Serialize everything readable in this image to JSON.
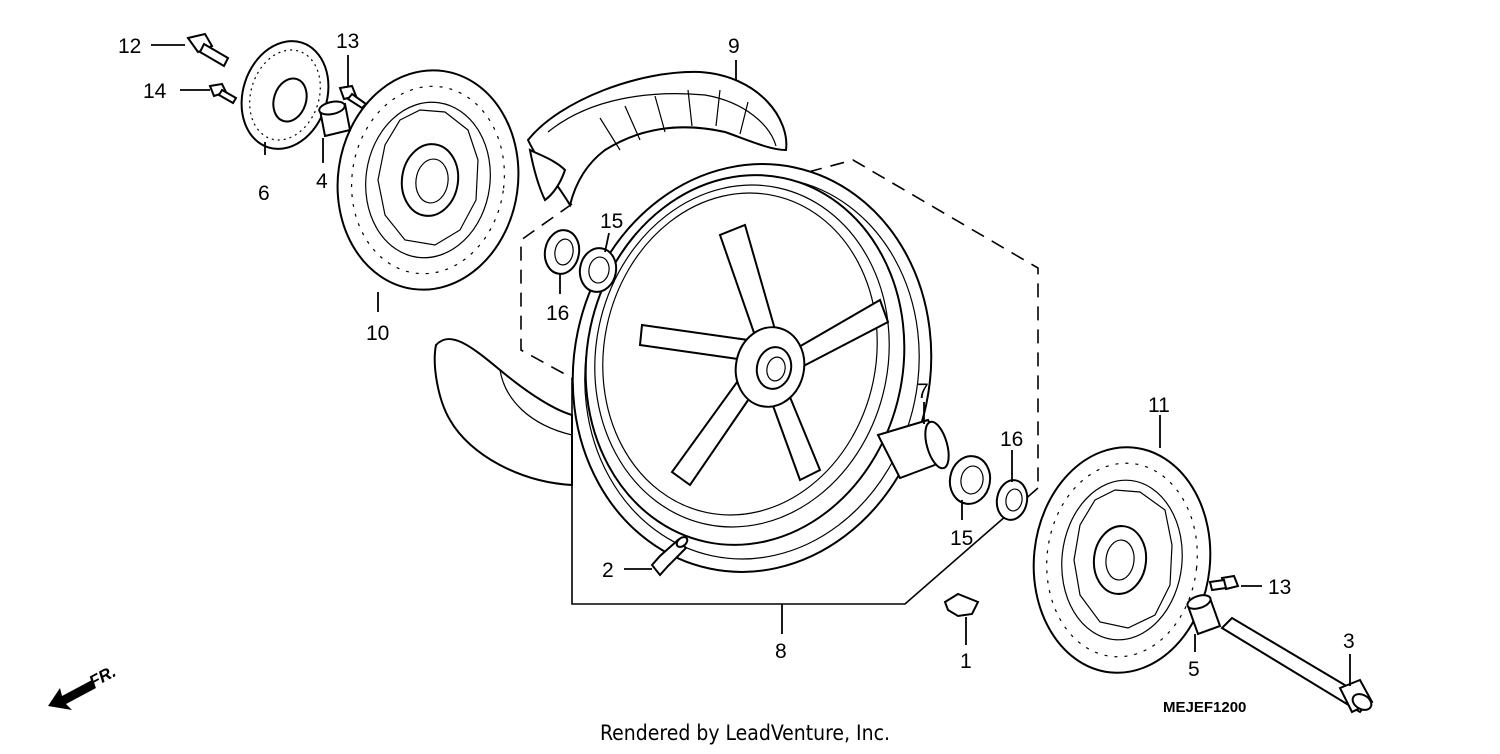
{
  "diagram": {
    "drawing_code": "MEJEF1200",
    "direction_label": "FR.",
    "credit": "Rendered by LeadVenture, Inc.",
    "callouts": [
      {
        "id": "c12",
        "text": "12"
      },
      {
        "id": "c13a",
        "text": "13"
      },
      {
        "id": "c14",
        "text": "14"
      },
      {
        "id": "c6",
        "text": "6"
      },
      {
        "id": "c4",
        "text": "4"
      },
      {
        "id": "c10",
        "text": "10"
      },
      {
        "id": "c9",
        "text": "9"
      },
      {
        "id": "c15a",
        "text": "15"
      },
      {
        "id": "c16a",
        "text": "16"
      },
      {
        "id": "c7",
        "text": "7"
      },
      {
        "id": "c16b",
        "text": "16"
      },
      {
        "id": "c15b",
        "text": "15"
      },
      {
        "id": "c11",
        "text": "11"
      },
      {
        "id": "c2",
        "text": "2"
      },
      {
        "id": "c8",
        "text": "8"
      },
      {
        "id": "c1",
        "text": "1"
      },
      {
        "id": "c13b",
        "text": "13"
      },
      {
        "id": "c5",
        "text": "5"
      },
      {
        "id": "c3",
        "text": "3"
      }
    ]
  }
}
